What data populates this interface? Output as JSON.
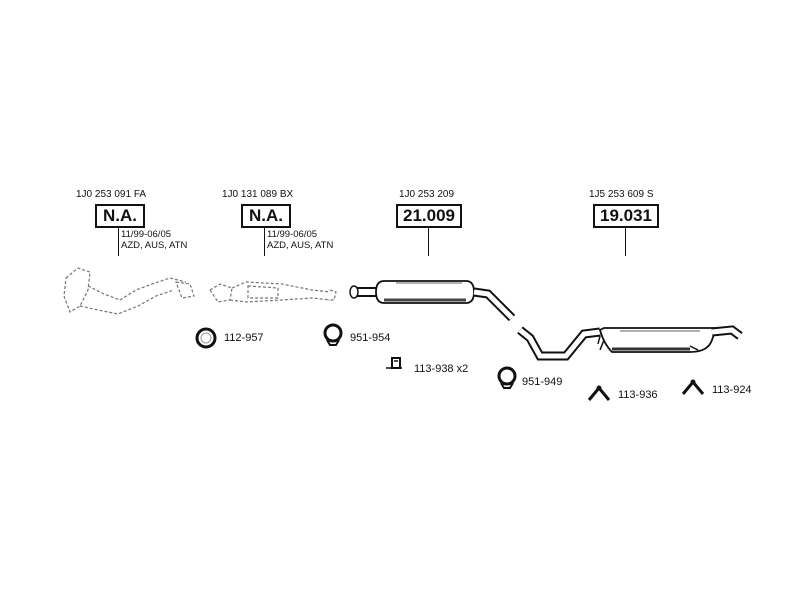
{
  "parts": [
    {
      "oem": "1J0 253 091 FA",
      "code": "N.A.",
      "notes": [
        "11/99-06/05",
        "AZD, AUS, ATN"
      ]
    },
    {
      "oem": "1J0 131 089 BX",
      "code": "N.A.",
      "notes": [
        "11/99-06/05",
        "AZD, AUS, ATN"
      ]
    },
    {
      "oem": "1J0 253 209",
      "code": "21.009",
      "notes": []
    },
    {
      "oem": "1J5 253 609 S",
      "code": "19.031",
      "notes": []
    }
  ],
  "accessories": [
    {
      "code": "112-957",
      "icon": "gasket-ring-icon"
    },
    {
      "code": "951-954",
      "icon": "clamp-icon"
    },
    {
      "code": "113-938 x2",
      "icon": "bracket-icon"
    },
    {
      "code": "951-949",
      "icon": "clamp-icon"
    },
    {
      "code": "113-936",
      "icon": "rubber-hanger-icon"
    },
    {
      "code": "113-924",
      "icon": "rubber-hanger-icon"
    }
  ]
}
